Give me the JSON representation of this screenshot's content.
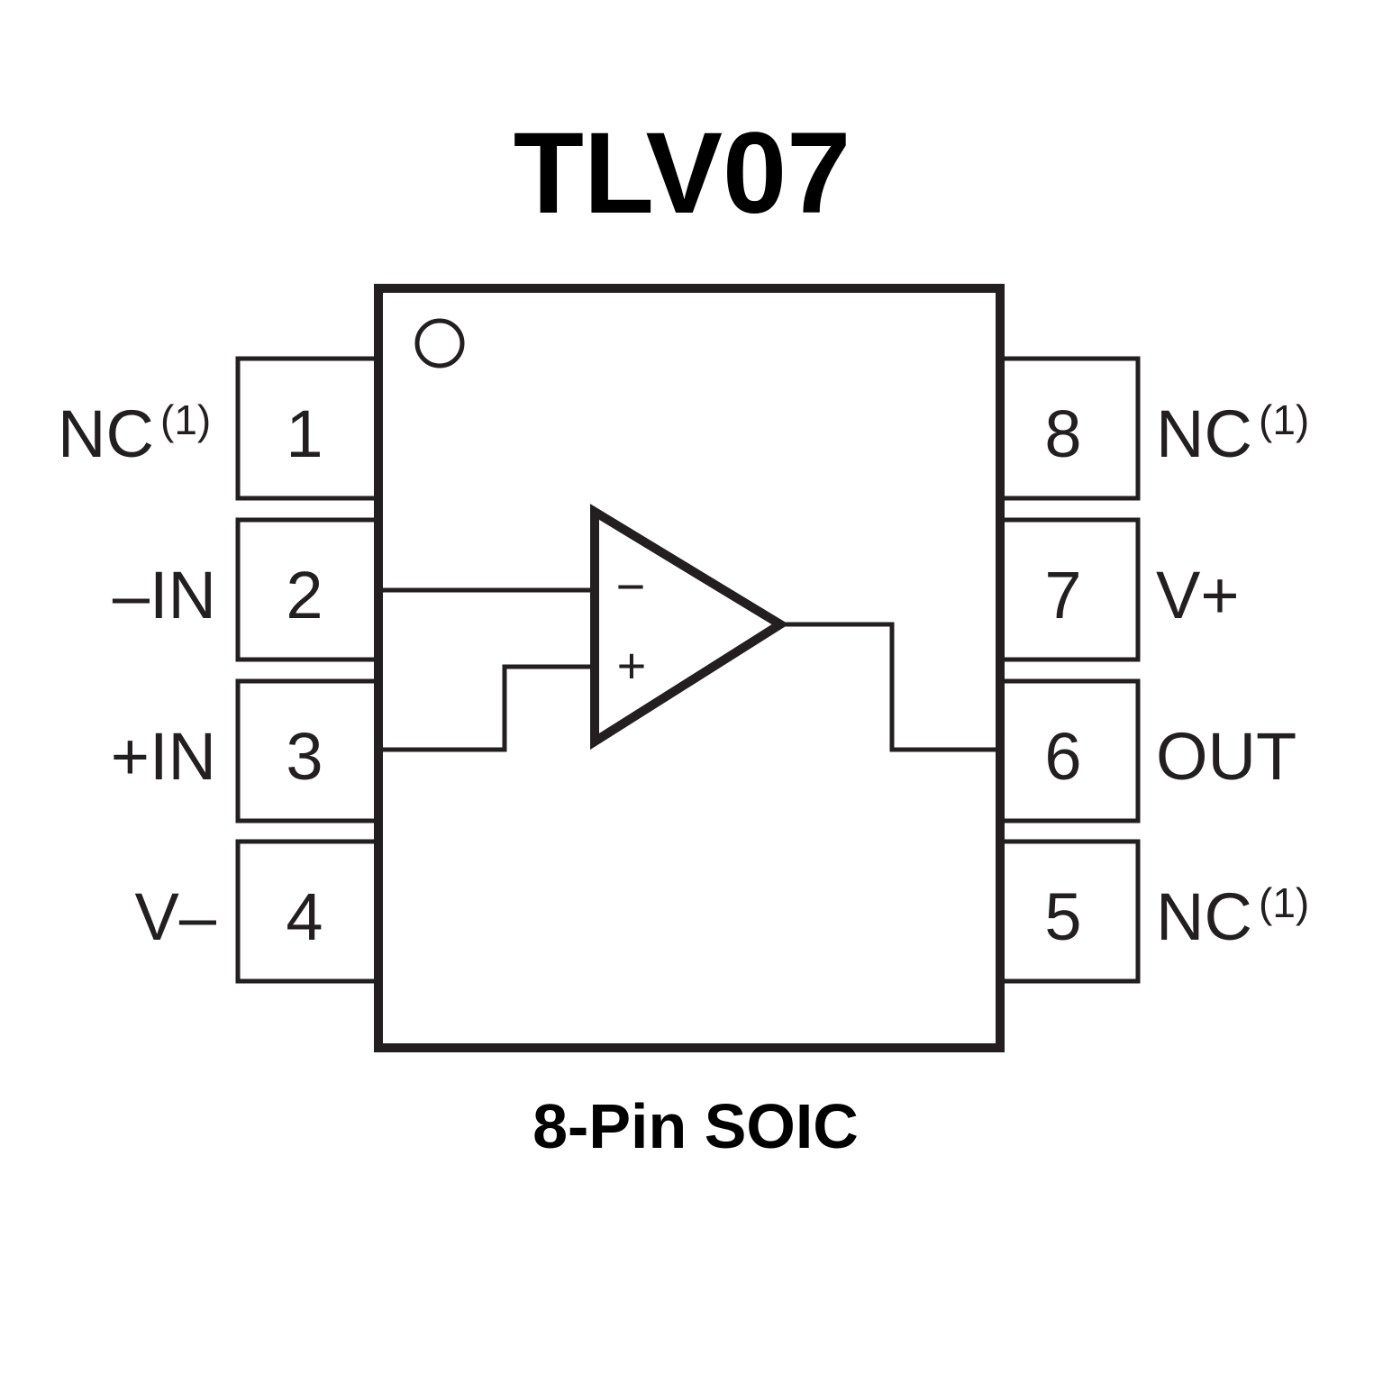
{
  "title": "TLV07",
  "package": "8-Pin SOIC",
  "footnote_marker": "(1)",
  "colors": {
    "ink": "#231f20",
    "background": "#ffffff"
  },
  "pins": [
    {
      "number": "1",
      "name": "NC",
      "footnote": "(1)",
      "side": "left"
    },
    {
      "number": "2",
      "name": "–IN",
      "footnote": "",
      "side": "left"
    },
    {
      "number": "3",
      "name": "+IN",
      "footnote": "",
      "side": "left"
    },
    {
      "number": "4",
      "name": "V–",
      "footnote": "",
      "side": "left"
    },
    {
      "number": "5",
      "name": "NC",
      "footnote": "(1)",
      "side": "right"
    },
    {
      "number": "6",
      "name": "OUT",
      "footnote": "",
      "side": "right"
    },
    {
      "number": "7",
      "name": "V+",
      "footnote": "",
      "side": "right"
    },
    {
      "number": "8",
      "name": "NC",
      "footnote": "(1)",
      "side": "right"
    }
  ],
  "opamp": {
    "inverting_sign": "−",
    "noninverting_sign": "+",
    "inverting_input_pin": "2",
    "noninverting_input_pin": "3",
    "output_pin": "6"
  },
  "pin1_indicator": "pin-1-dot"
}
